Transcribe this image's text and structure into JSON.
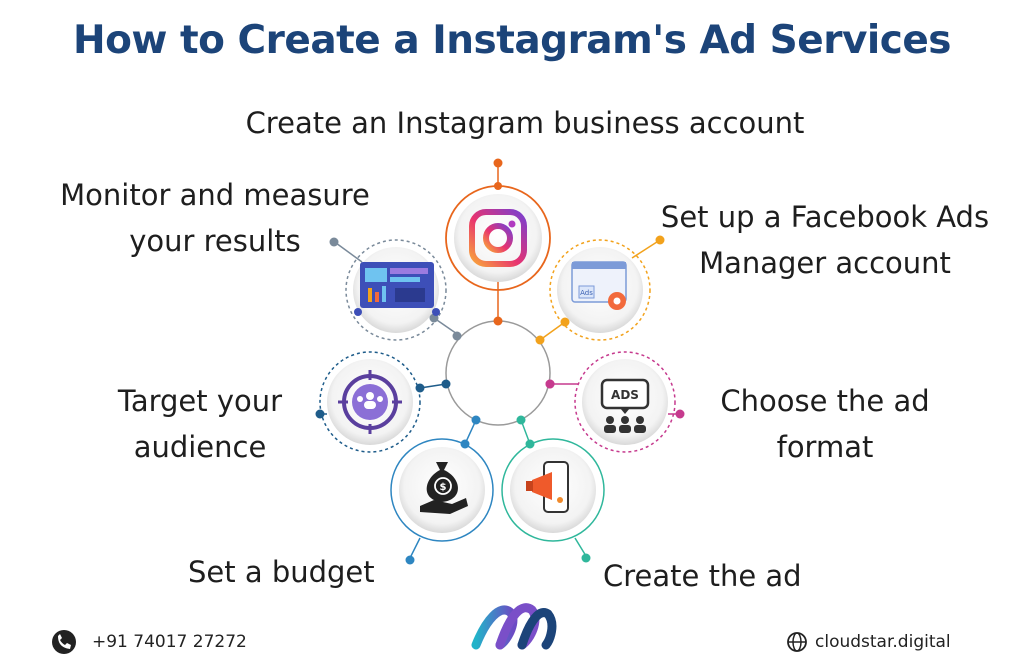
{
  "title": "How to Create a Instagram's Ad Services",
  "steps": [
    {
      "label": "Create an Instagram business account",
      "icon": "instagram-icon",
      "color": "#e8661c"
    },
    {
      "label": "Set up a Facebook Ads Manager account",
      "icon": "ads-manager-icon",
      "color": "#f2a21c"
    },
    {
      "label": "Choose the ad format",
      "icon": "ads-format-icon",
      "color": "#c63a8e"
    },
    {
      "label": "Create the ad",
      "icon": "create-ad-icon",
      "color": "#2fb79b"
    },
    {
      "label": "Set a budget",
      "icon": "budget-icon",
      "color": "#2e86c1"
    },
    {
      "label": "Target your audience",
      "icon": "target-audience-icon",
      "color": "#1e5c8a"
    },
    {
      "label": "Monitor and measure your results",
      "icon": "monitor-results-icon",
      "color": "#7a8a9a"
    }
  ],
  "lines": {
    "create_account": "Create an Instagram business account",
    "fb_line1": "Set up a Facebook Ads",
    "fb_line2": "Manager account",
    "choose_line1": "Choose the ad",
    "choose_line2": "format",
    "create_ad": "Create the ad",
    "budget": "Set a budget",
    "target_line1": "Target your",
    "target_line2": "audience",
    "monitor_line1": "Monitor and measure",
    "monitor_line2": "your results"
  },
  "icon_text": {
    "ads": "ADS",
    "ads_small": "Ads"
  },
  "footer": {
    "phone": "+91 74017 27272",
    "website": "cloudstar.digital",
    "phone_icon": "phone-icon",
    "globe_icon": "globe-icon",
    "logo": "cloudstar-logo"
  }
}
